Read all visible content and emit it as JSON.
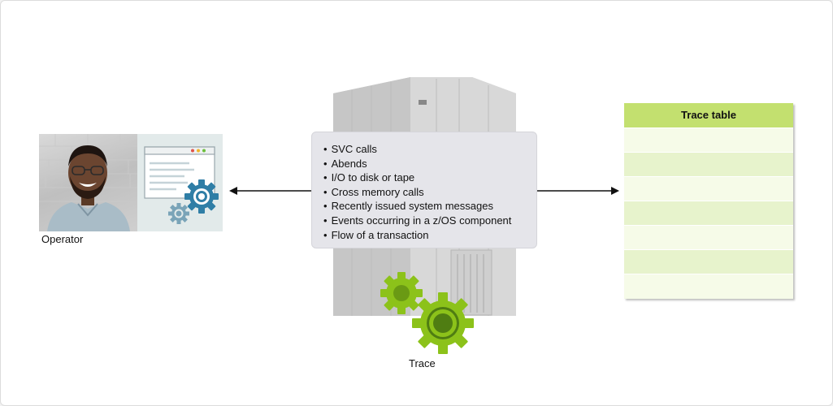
{
  "operator": {
    "label": "Operator",
    "icons": [
      "person-photo",
      "browser-window-icon",
      "gear-icon",
      "gear-icon"
    ]
  },
  "mainframe": {
    "icon": "mainframe-server",
    "label": "Trace"
  },
  "events": {
    "items": [
      "SVC calls",
      "Abends",
      "I/O to disk or tape",
      "Cross memory calls",
      "Recently issued system messages",
      "Events occurring in a z/OS component",
      "Flow of a transaction"
    ]
  },
  "trace_table": {
    "title": "Trace table",
    "rows": 7
  },
  "colors": {
    "gear_blue": "#2f7ea6",
    "gear_green": "#8cc21a",
    "table_header": "#c3e06f"
  }
}
